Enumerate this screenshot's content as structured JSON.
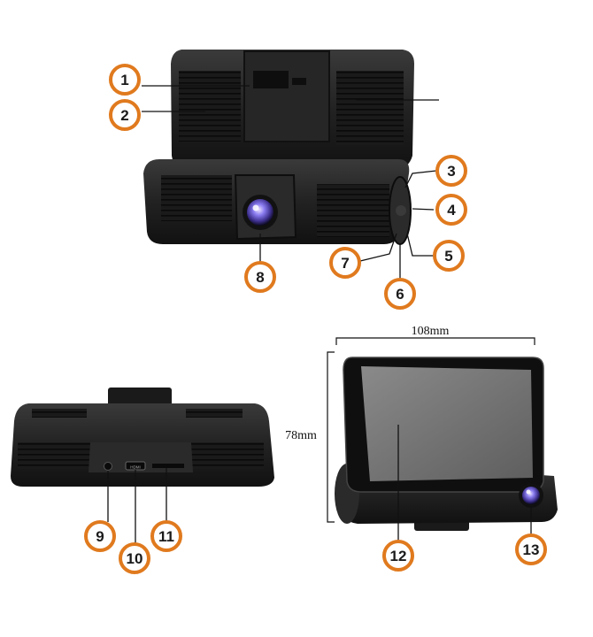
{
  "callouts": [
    "1",
    "2",
    "3",
    "4",
    "5",
    "6",
    "7",
    "8",
    "9",
    "10",
    "11",
    "12",
    "13"
  ],
  "dimensions": {
    "width_label": "108mm",
    "height_label": "78mm"
  },
  "port_labels": {
    "hdmi": "HDMI"
  },
  "colors": {
    "callout_ring": "#e07a1e",
    "device_body": "#1f1f1f",
    "lens": "#6a5acd",
    "screen": "#707070"
  }
}
